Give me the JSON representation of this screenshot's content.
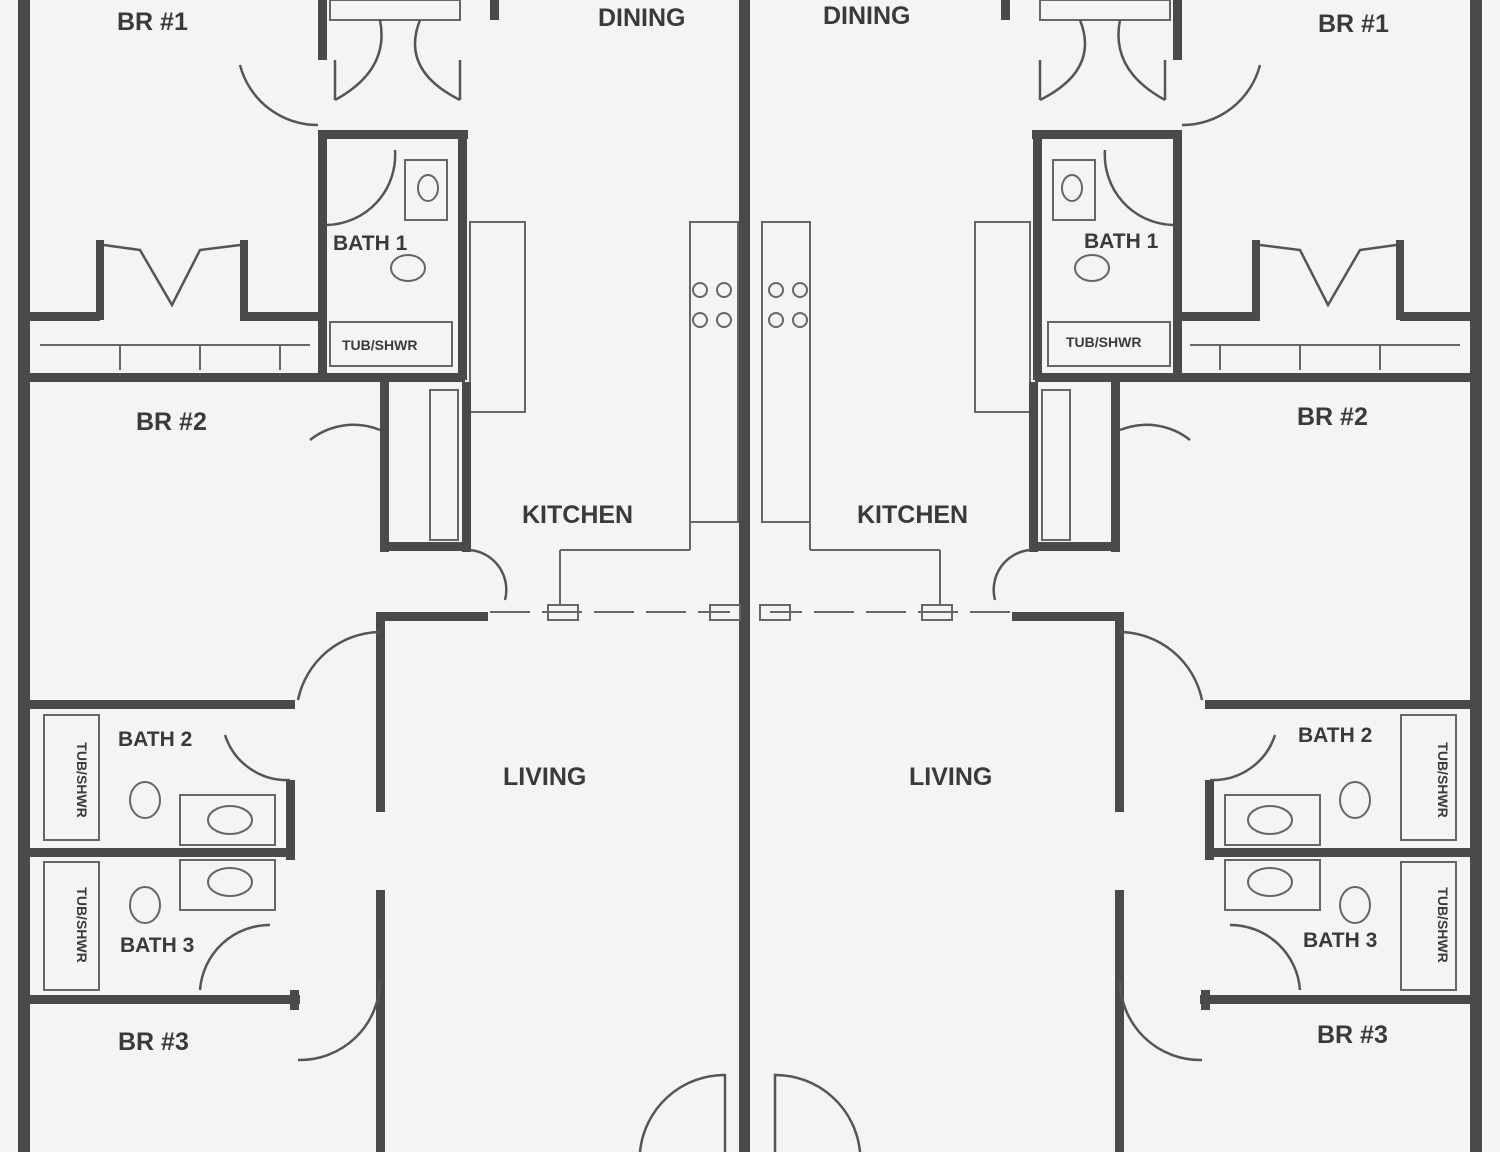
{
  "units": {
    "left": {
      "br1": "BR #1",
      "dining": "DINING",
      "bath1": "BATH 1",
      "tub1": "TUB/SHWR",
      "br2": "BR #2",
      "kitchen": "KITCHEN",
      "living": "LIVING",
      "bath2": "BATH 2",
      "tub2": "TUB/SHWR",
      "bath3": "BATH 3",
      "tub3": "TUB/SHWR",
      "br3": "BR #3"
    },
    "right": {
      "br1": "BR #1",
      "dining": "DINING",
      "bath1": "BATH 1",
      "tub1": "TUB/SHWR",
      "br2": "BR #2",
      "kitchen": "KITCHEN",
      "living": "LIVING",
      "bath2": "BATH 2",
      "tub2": "TUB/SHWR",
      "bath3": "BATH 3",
      "tub3": "TUB/SHWR",
      "br3": "BR #3"
    }
  },
  "colors": {
    "wall": "#4a4a4a",
    "paper": "#f4f4f4",
    "fixture": "#dcdcdc"
  }
}
